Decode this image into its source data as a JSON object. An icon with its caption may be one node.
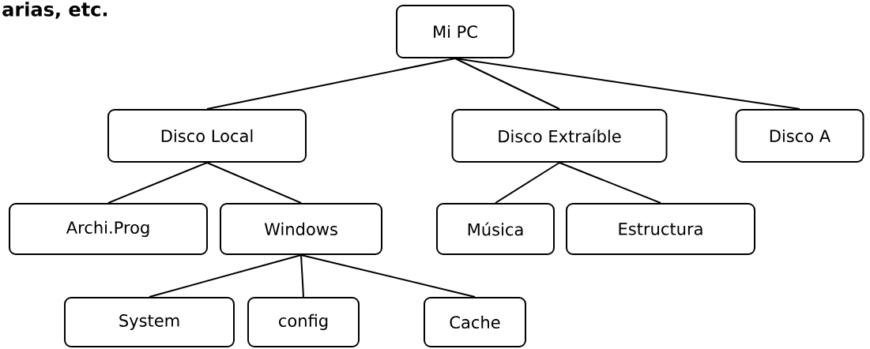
{
  "diagram": {
    "nodes": [
      {
        "text": [
          "Mi PC"
        ]
      },
      {
        "text": [
          "Disco Local"
        ]
      },
      {
        "text": [
          "Disco Extraíble"
        ]
      },
      {
        "text": [
          "Disco A"
        ]
      },
      {
        "text": [
          "Archi.Prog"
        ]
      },
      {
        "text": [
          "Windows"
        ]
      },
      {
        "text": [
          "Música"
        ]
      },
      {
        "text": [
          "Estructura"
        ]
      },
      {
        "text": [
          "System"
        ]
      },
      {
        "text": [
          "config"
        ]
      },
      {
        "text": [
          "Cache"
        ]
      }
    ],
    "edges": [
      {
        "from": 0,
        "to": 1,
        "arrow": "none"
      },
      {
        "from": 0,
        "to": 2,
        "arrow": "none"
      },
      {
        "from": 0,
        "to": 3,
        "arrow": "none"
      },
      {
        "from": 1,
        "to": 4,
        "arrow": "none"
      },
      {
        "from": 1,
        "to": 5,
        "arrow": "none"
      },
      {
        "from": 2,
        "to": 6,
        "arrow": "none"
      },
      {
        "from": 2,
        "to": 7,
        "arrow": "none"
      },
      {
        "from": 5,
        "to": 8,
        "arrow": "none"
      },
      {
        "from": 5,
        "to": 9,
        "arrow": "none"
      },
      {
        "from": 5,
        "to": 10,
        "arrow": "none"
      }
    ],
    "labels": [
      "arias, etc."
    ]
  }
}
